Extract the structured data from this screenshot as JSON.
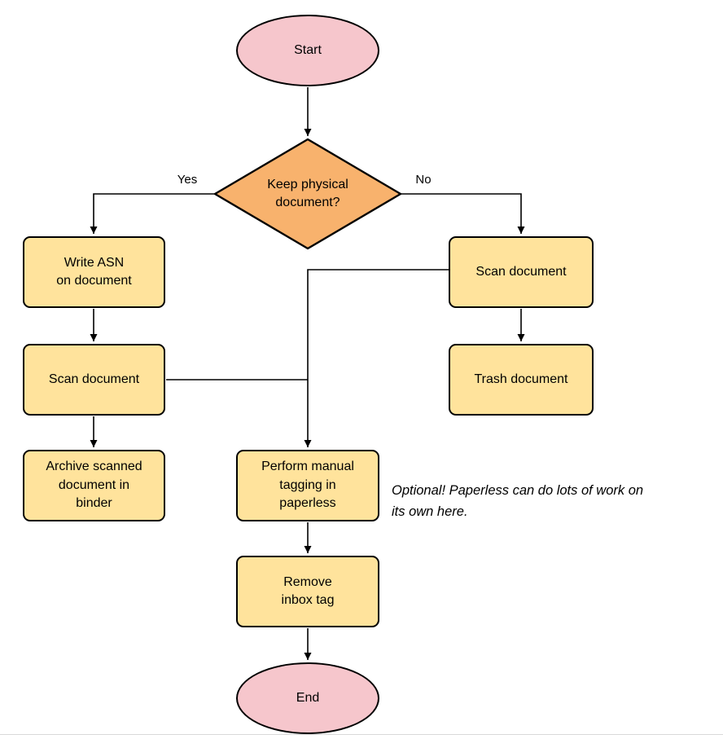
{
  "diagram": {
    "nodes": {
      "start": {
        "label": "Start"
      },
      "decision": {
        "label": "Keep physical\ndocument?"
      },
      "write_asn": {
        "label": "Write ASN\non document"
      },
      "scan_left": {
        "label": "Scan document"
      },
      "archive": {
        "label": "Archive scanned\ndocument in\nbinder"
      },
      "scan_right": {
        "label": "Scan document"
      },
      "trash": {
        "label": "Trash document"
      },
      "tagging": {
        "label": "Perform manual\ntagging in\npaperless"
      },
      "remove_inbox": {
        "label": "Remove\ninbox tag"
      },
      "end": {
        "label": "End"
      }
    },
    "edge_labels": {
      "yes": "Yes",
      "no": "No"
    },
    "annotation": "Optional! Paperless can do lots of work on\nits own here.",
    "colors": {
      "terminal_fill": "#f6c6cc",
      "decision_fill": "#f8b26d",
      "process_fill": "#ffe39c",
      "line": "#000000"
    }
  }
}
